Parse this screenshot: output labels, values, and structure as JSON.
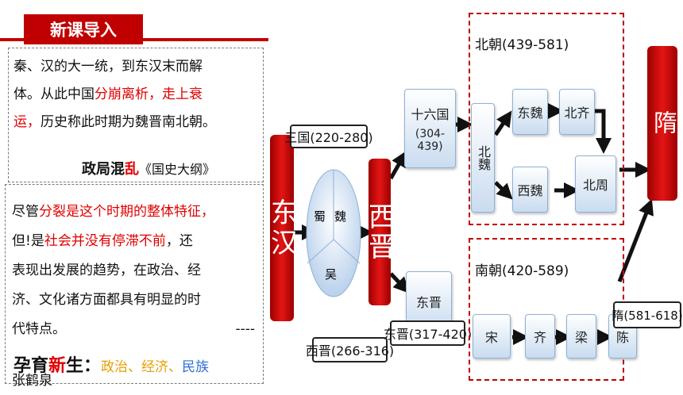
{
  "header": {
    "title": "新课导入"
  },
  "quote1": {
    "line1": "秦、汉的大一统，到东汉末而解",
    "line2a": "体。从此中国",
    "line2b": "分崩离析，走上衰",
    "line3a": "运，",
    "line3b": "历史称此时期为魏晋南北朝。",
    "source_a": "政局混",
    "source_b": "乱",
    "source_c": "《国史大纲》"
  },
  "quote2": {
    "line1a": "尽管",
    "line1b": "分裂是这个时期的整体特征，",
    "line2a": "但!是",
    "line2b": "社会并没有停滞不前",
    "line2c": "，还",
    "line3": "表现出发展的趋势，在政治、经",
    "line4": "济、文化诸方面都具有明显的时",
    "line5a": "代特点。",
    "line5b": "----",
    "line6": "张鹤泉",
    "summary_a": "孕育",
    "summary_b": "新",
    "summary_c": "生：",
    "summary_d": "政治、",
    "summary_e": "经济、",
    "summary_f": "民族"
  },
  "diagram": {
    "donghan": "东汉",
    "sanguo_label": "三国(220-280)",
    "shu": "蜀",
    "wei": "魏",
    "wu": "吴",
    "xijin": "西晋",
    "xijin_label": "西晋(266-316)",
    "shiliuguo_name": "十六国",
    "shiliuguo_years": "(304-439)",
    "dongjin": "东晋",
    "dongjin_label": "东晋(317-420)",
    "beichao_label": "北朝(439-581)",
    "beiwei": "北魏",
    "dongwei": "东魏",
    "beiqi": "北齐",
    "xiwei": "西魏",
    "beizhou": "北周",
    "nanchao_label": "南朝(420-589)",
    "song": "宋",
    "qi": "齐",
    "liang": "梁",
    "chen": "陈",
    "sui": "隋",
    "sui_label": "隋(581-618)"
  },
  "colors": {
    "accent_red": "#c00000",
    "highlight_red": "#e00000",
    "gold": "#e3a000",
    "blue": "#2f6fd6",
    "node_blue": "#c9dcf0"
  }
}
